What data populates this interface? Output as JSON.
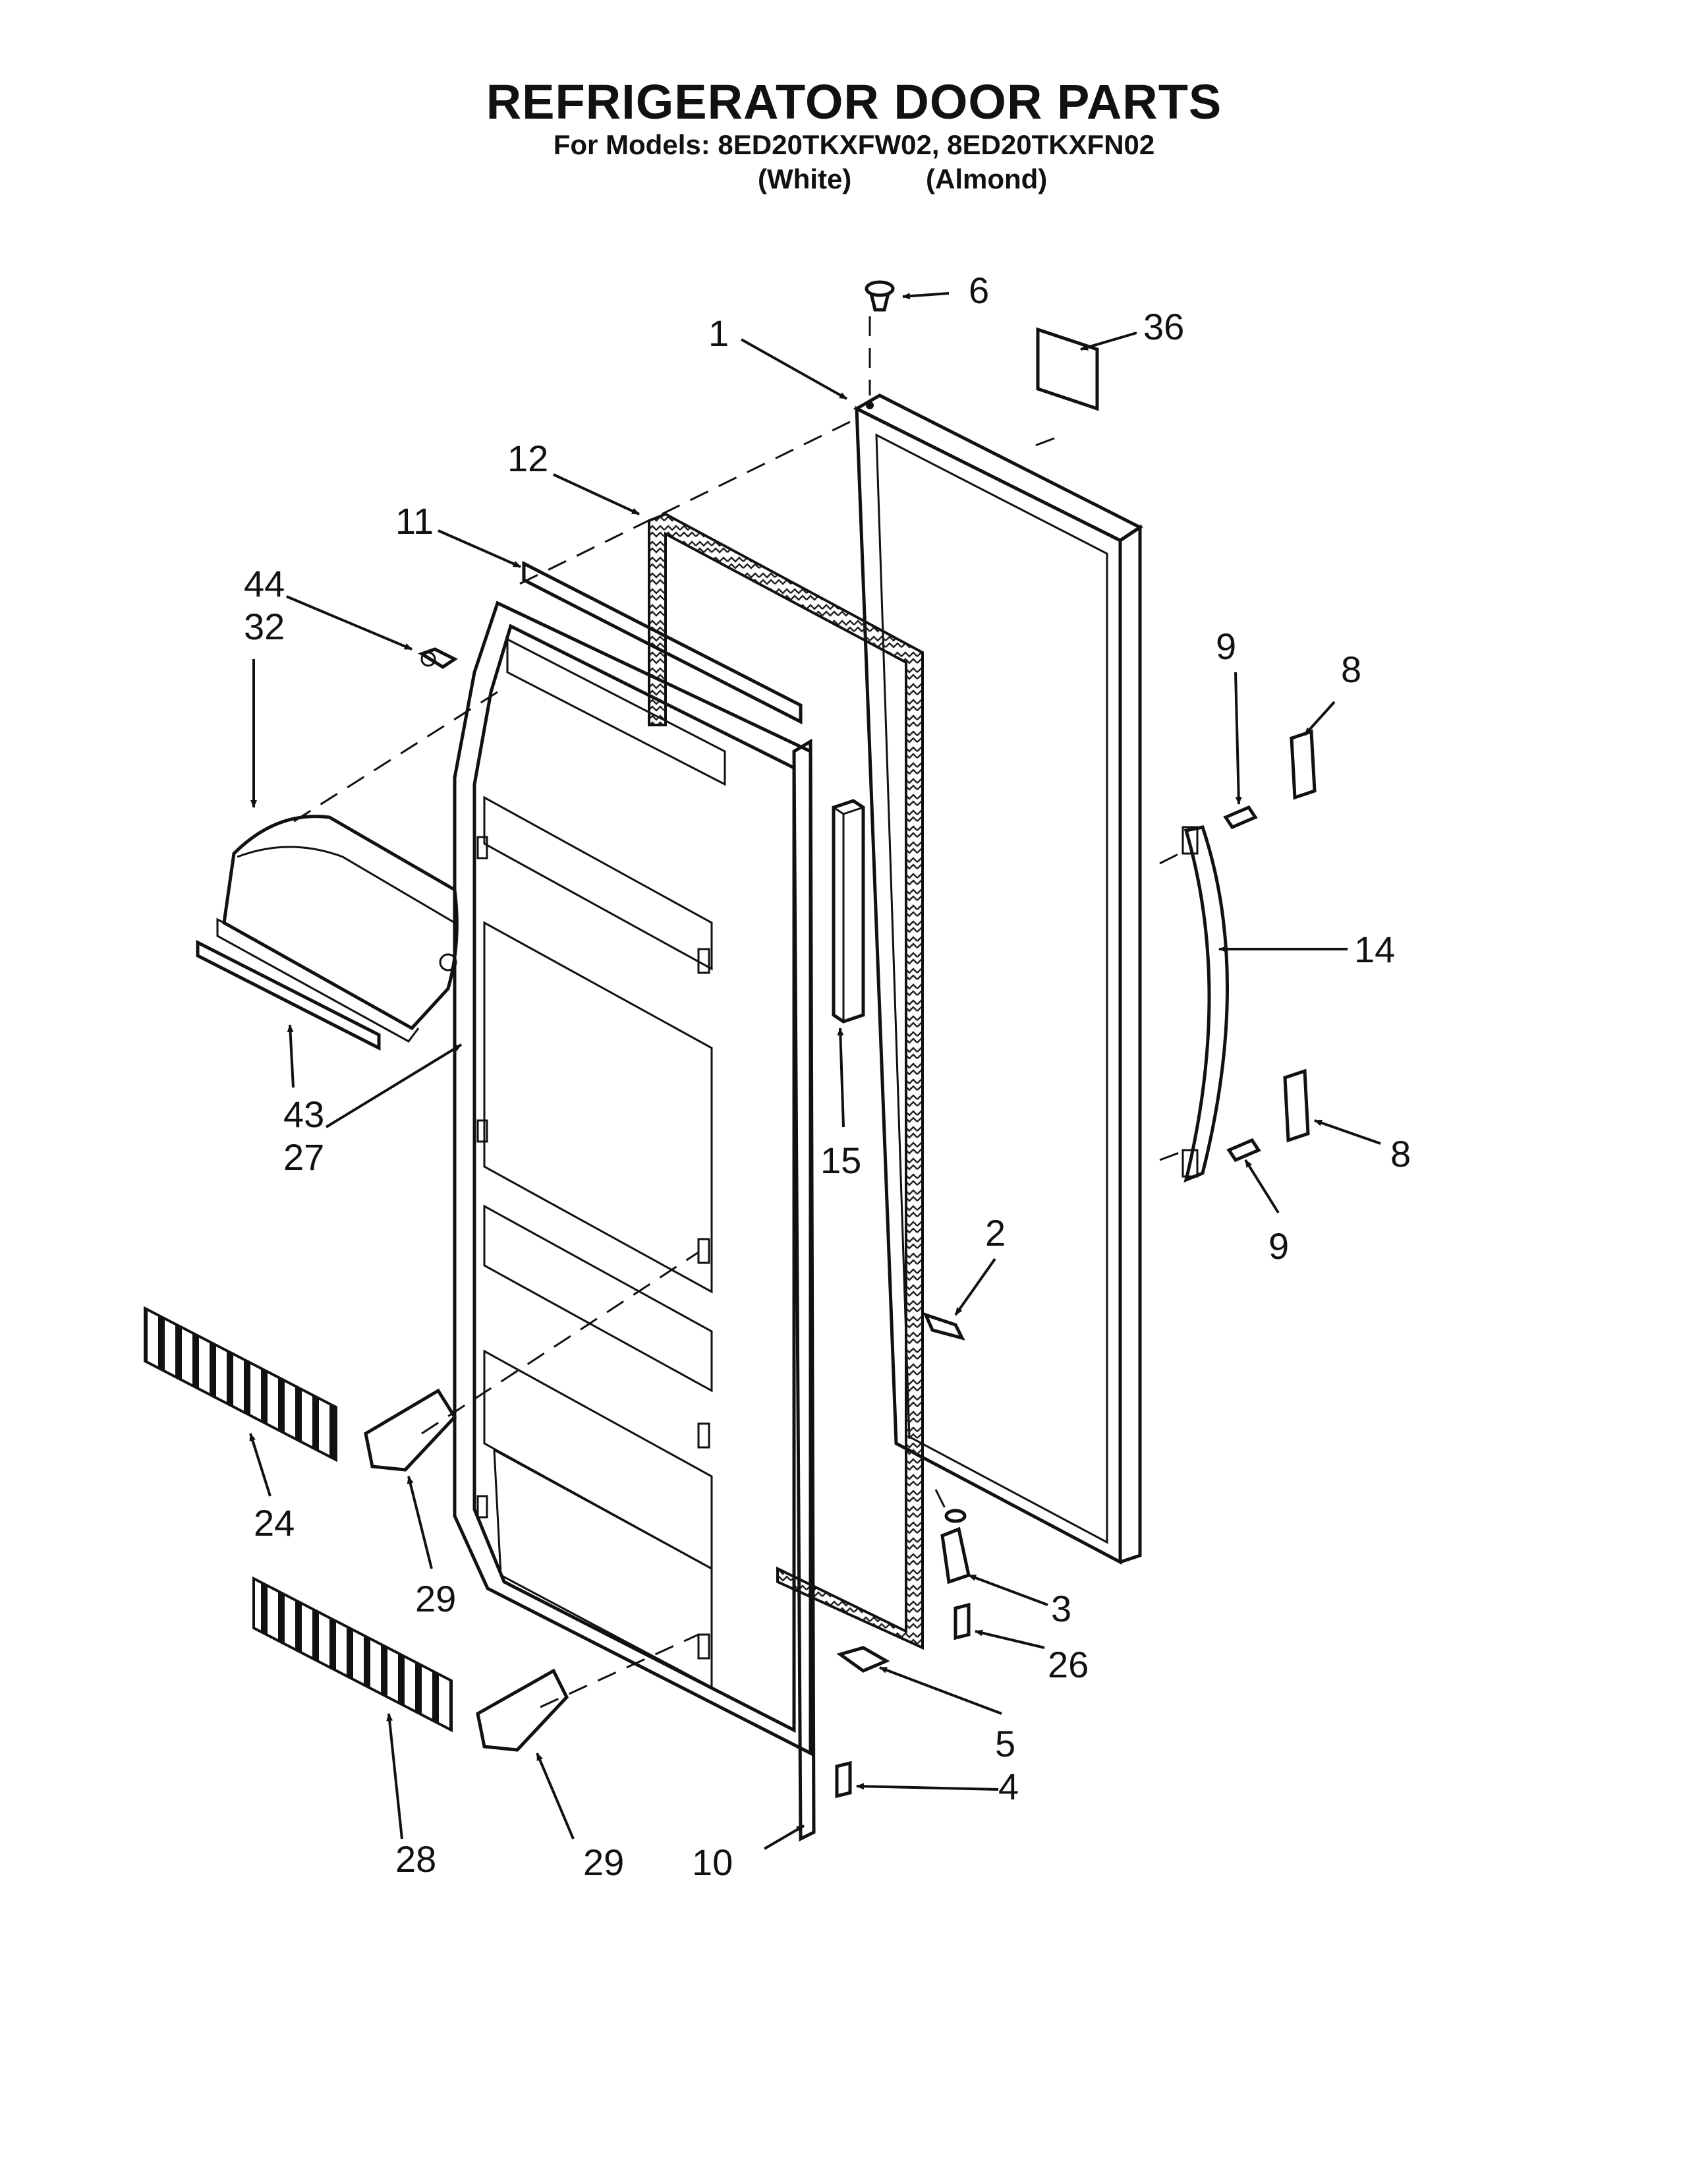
{
  "header": {
    "title": "REFRIGERATOR DOOR PARTS",
    "models_line": "For Models: 8ED20TKXFW02, 8ED20TKXFN02",
    "variant_white": "(White)",
    "variant_almond": "(Almond)"
  },
  "callouts": {
    "c1": "1",
    "c2": "2",
    "c3": "3",
    "c4": "4",
    "c5": "5",
    "c6": "6",
    "c8a": "8",
    "c8b": "8",
    "c9a": "9",
    "c9b": "9",
    "c10": "10",
    "c11": "11",
    "c12": "12",
    "c14": "14",
    "c15": "15",
    "c24": "24",
    "c26": "26",
    "c27": "27",
    "c28": "28",
    "c29a": "29",
    "c29b": "29",
    "c32": "32",
    "c36": "36",
    "c43": "43",
    "c44": "44"
  }
}
